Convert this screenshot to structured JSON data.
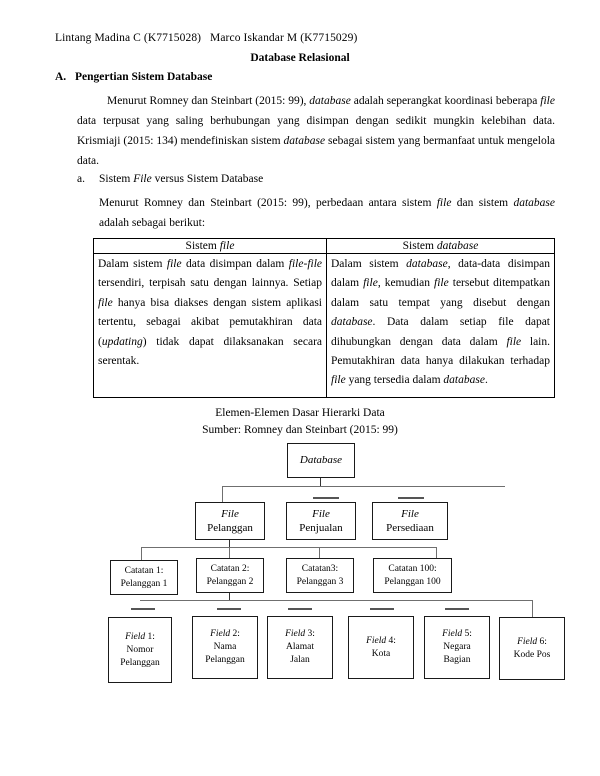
{
  "document": {
    "authors": "Lintang Madina C (K7715028)   Marco Iskandar M (K7715029)",
    "title": "Database Relasional",
    "section_a": {
      "marker": "A.",
      "heading": "Pengertian Sistem Database"
    },
    "paragraph_1": {
      "part_1": "Menurut Romney dan Steinbart (2015: 99), ",
      "italic_1": "database",
      "part_2": " adalah seperangkat koordinasi beberapa ",
      "italic_2": "file",
      "part_3": " data terpusat yang saling berhubungan yang disimpan dengan sedikit mungkin kelebihan data. Krismiaji (2015: 134) mendefiniskan sistem ",
      "italic_3": "database",
      "part_4": " sebagai sistem yang bermanfaat untuk mengelola data."
    },
    "sub_a": {
      "marker": "a.",
      "text_1": "Sistem ",
      "italic_1": "File",
      "text_2": " versus Sistem Database"
    },
    "paragraph_2": {
      "part_1": "Menurut Romney dan Steinbart (2015: 99), perbedaan antara sistem ",
      "italic_1": "file",
      "part_2": " dan sistem ",
      "italic_2": "database",
      "part_3": " adalah sebagai berikut:"
    },
    "table": {
      "headers": {
        "left_text": "Sistem ",
        "left_italic": "file",
        "right_text": "Sistem ",
        "right_italic": "database"
      },
      "left_cell": {
        "s1": "Dalam sistem ",
        "i1": "file",
        "s2": " data disimpan dalam ",
        "i2": "file-file",
        "s3": " tersendiri, terpisah satu dengan lainnya. Setiap ",
        "i3": "file",
        "s4": " hanya bisa diakses dengan sistem aplikasi tertentu, sebagai akibat pemutakhiran data (",
        "i4": "updating",
        "s5": ") tidak dapat dilaksanakan secara serentak."
      },
      "right_cell": {
        "s1": "Dalam sistem ",
        "i1": "database",
        "s2": ", data-data disimpan dalam ",
        "i2": "file",
        "s3": ", kemudian ",
        "i3": "file",
        "s4": " tersebut ditempatkan dalam satu tempat yang disebut dengan ",
        "i4": "database",
        "s5": ". Data dalam setiap file dapat dihubungkan dengan data dalam ",
        "i5": "file",
        "s6": " lain. Pemutakhiran data hanya dilakukan terhadap ",
        "i6": "file",
        "s7": " yang tersedia dalam ",
        "i7": "database",
        "s8": "."
      }
    },
    "figure": {
      "caption_line_1": "Elemen-Elemen Dasar Hierarki Data",
      "caption_line_2": "Sumber: Romney dan Steinbart (2015: 99)",
      "root": {
        "italic": "Database"
      },
      "files": [
        {
          "italic": "File",
          "label": "Pelanggan"
        },
        {
          "italic": "File",
          "label": "Penjualan"
        },
        {
          "italic": "File",
          "label": "Persediaan"
        }
      ],
      "records": [
        {
          "line1": "Catatan 1:",
          "line2": "Pelanggan 1"
        },
        {
          "line1": "Catatan 2:",
          "line2": "Pelanggan 2"
        },
        {
          "line1": "Catatan3:",
          "line2": "Pelanggan 3"
        },
        {
          "line1": "Catatan 100:",
          "line2": "Pelanggan 100"
        }
      ],
      "fields": [
        {
          "italic": "Field",
          "num": " 1:",
          "line2": "Nomor",
          "line3": "Pelanggan"
        },
        {
          "italic": "Field",
          "num": " 2:",
          "line2": "Nama",
          "line3": "Pelanggan"
        },
        {
          "italic": "Field",
          "num": " 3:",
          "line2": "Alamat",
          "line3": "Jalan"
        },
        {
          "italic": "Field",
          "num": " 4:",
          "line2": "Kota",
          "line3": ""
        },
        {
          "italic": "Field",
          "num": " 5:",
          "line2": "Negara",
          "line3": "Bagian"
        },
        {
          "italic": "Field",
          "num": " 6:",
          "line2": "Kode Pos",
          "line3": ""
        }
      ]
    }
  },
  "colors": {
    "text": "#000000",
    "box_border": "#1a1a1a",
    "connector": "#6f6f6f",
    "page_bg": "#ffffff"
  }
}
